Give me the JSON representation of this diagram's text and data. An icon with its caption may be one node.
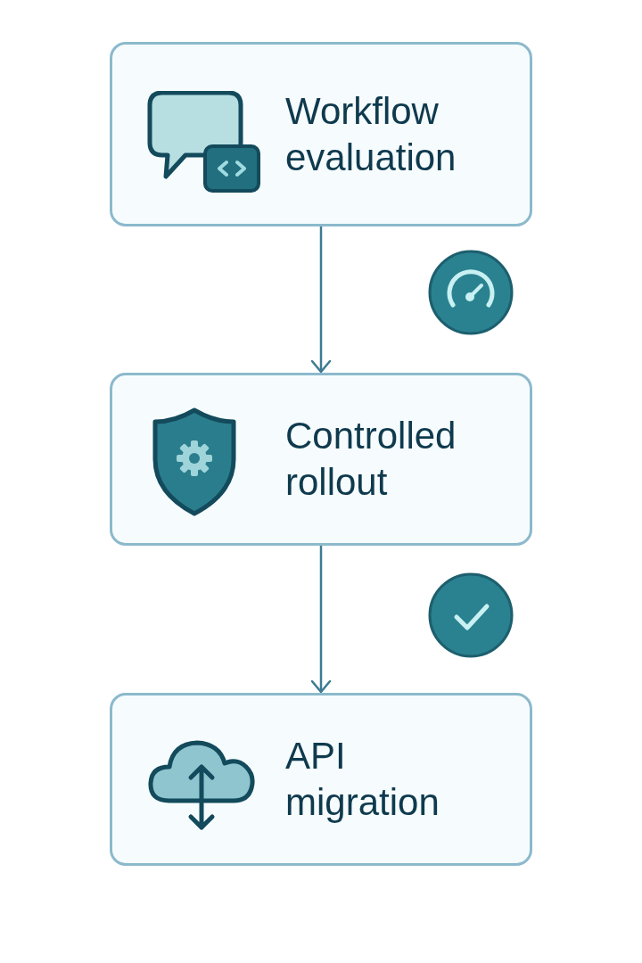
{
  "diagram": {
    "nodes": [
      {
        "text": [
          "Workflow evaluation"
        ]
      },
      {
        "text": [
          "Controlled rollout"
        ]
      },
      {
        "text": [
          "API migration"
        ]
      }
    ],
    "edges": [
      {
        "from": 0,
        "to": 1,
        "arrow": "to"
      },
      {
        "from": 1,
        "to": 2,
        "arrow": "to"
      }
    ]
  }
}
